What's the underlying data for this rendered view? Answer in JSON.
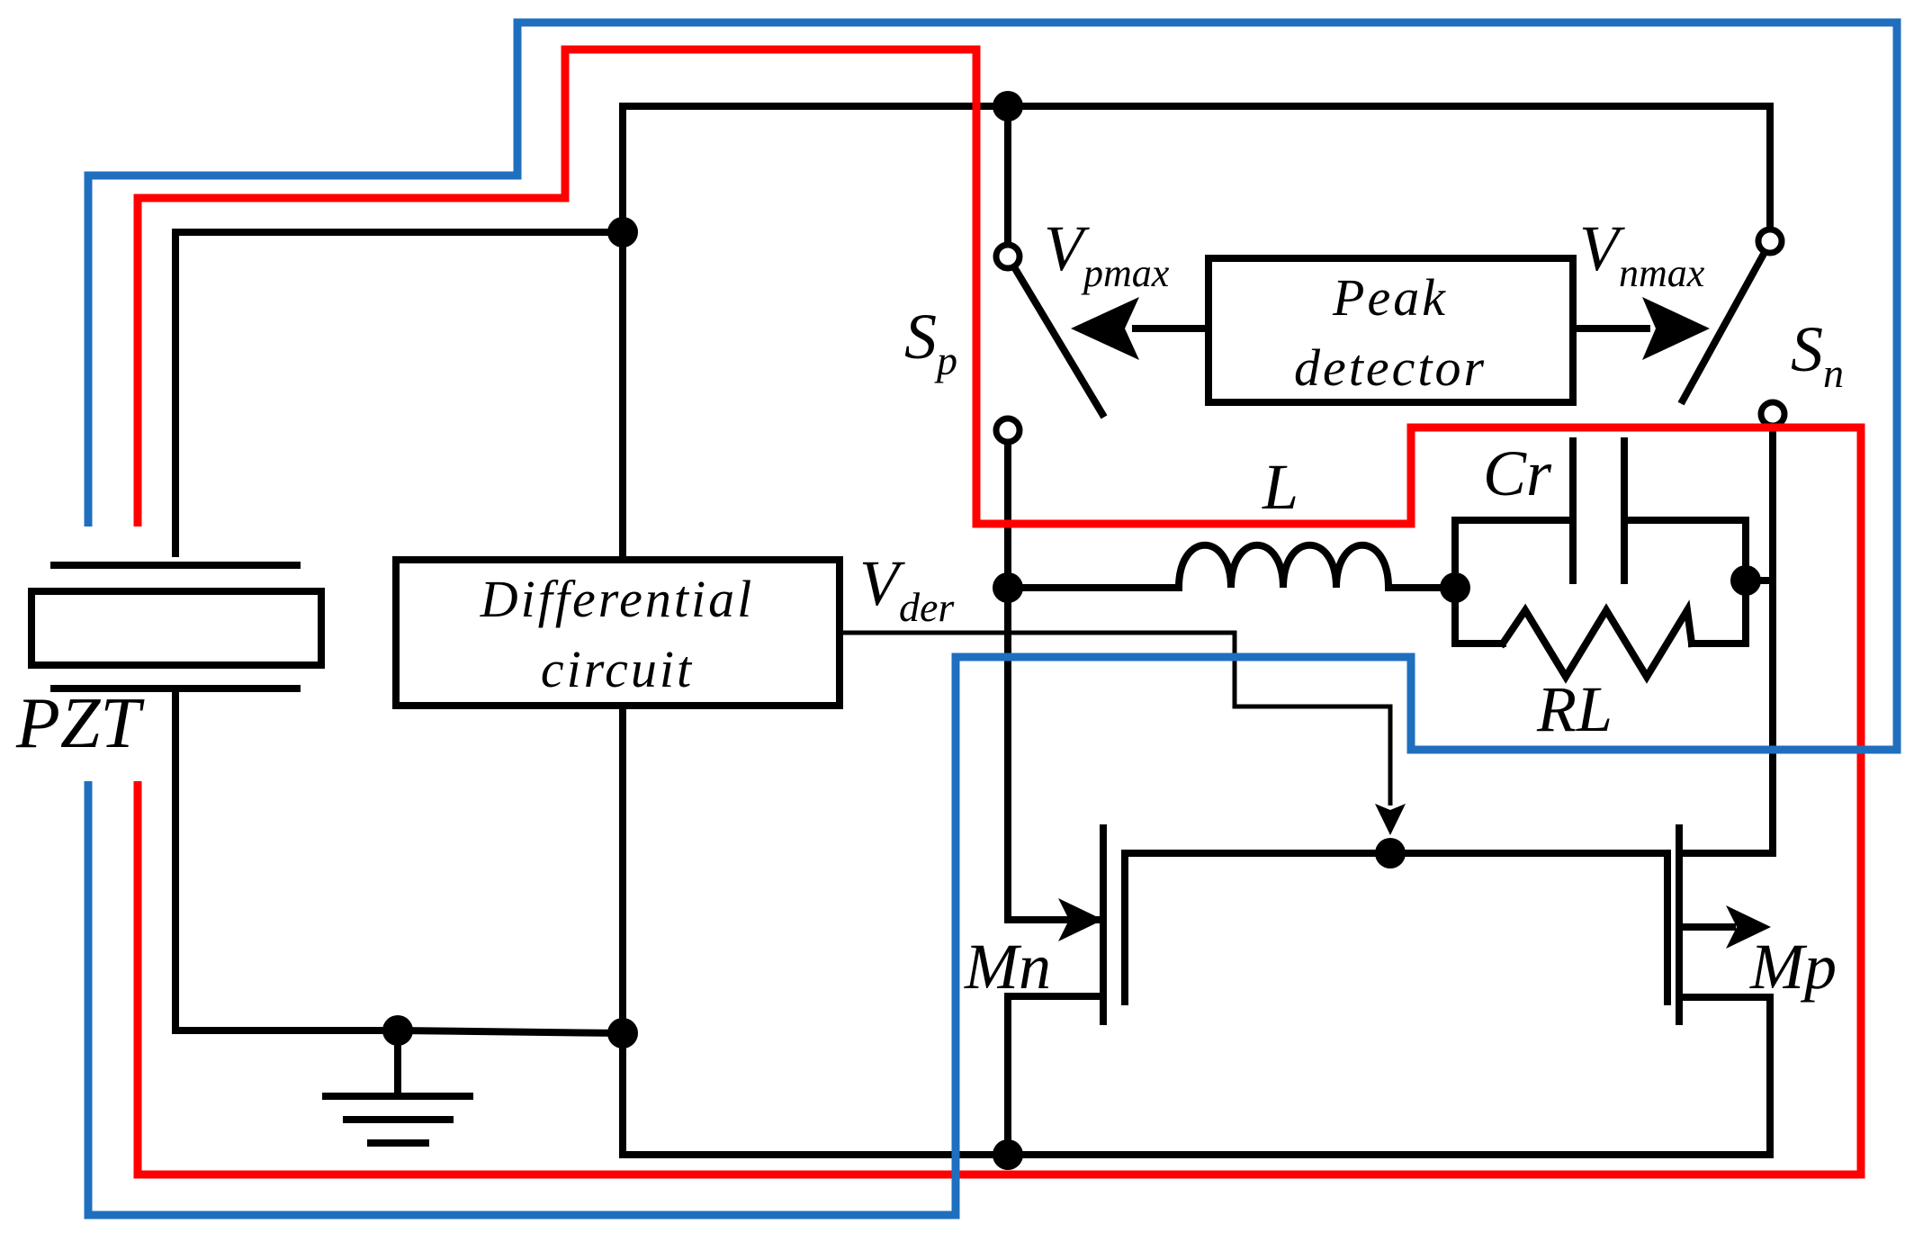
{
  "colors": {
    "wire": "#000000",
    "red_path": "#ff0000",
    "blue_path": "#1f6fbf",
    "background": "#ffffff"
  },
  "components": {
    "pzt": "PZT",
    "differential_line1": "Differential",
    "differential_line2": "circuit",
    "peak_line1": "Peak",
    "peak_line2": "detector",
    "inductor": "L",
    "capacitor": "Cr",
    "resistor": "RL",
    "nmos": "Mn",
    "pmos": "Mp"
  },
  "signals": {
    "sp_main": "S",
    "sp_sub": "p",
    "sn_main": "S",
    "sn_sub": "n",
    "vpmax_main": "V",
    "vpmax_sub": "pmax",
    "vnmax_main": "V",
    "vnmax_sub": "nmax",
    "vder_main": "V",
    "vder_sub": "der"
  }
}
